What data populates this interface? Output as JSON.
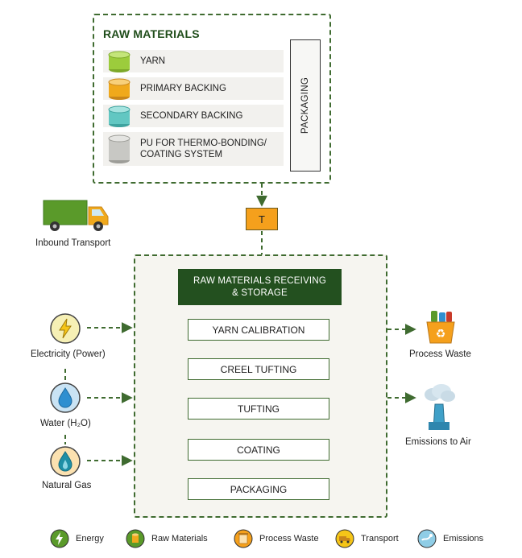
{
  "raw_materials": {
    "title": "RAW MATERIALS",
    "items": [
      {
        "label": "YARN",
        "color": "#9ccc3c",
        "icon": "yarn-cylinder-icon"
      },
      {
        "label": "PRIMARY BACKING",
        "color": "#f0a91c",
        "icon": "primary-backing-cylinder-icon"
      },
      {
        "label": "SECONDARY BACKING",
        "color": "#62c7c2",
        "icon": "secondary-backing-cylinder-icon"
      },
      {
        "label": "PU FOR THERMO-BONDING/",
        "label2": "COATING SYSTEM",
        "color": "#c8c8c4",
        "icon": "pu-cylinder-icon"
      }
    ],
    "packaging_label": "PACKAGING"
  },
  "transport": {
    "inbound_label": "Inbound Transport",
    "t_label": "T",
    "truck_color": "#5a9a2a"
  },
  "process": {
    "receiving": "RAW MATERIALS RECEIVING",
    "receiving2": "& STORAGE",
    "steps": [
      "YARN CALIBRATION",
      "CREEL TUFTING",
      "TUFTING",
      "COATING",
      "PACKAGING"
    ]
  },
  "inputs": [
    {
      "label": "Electricity (Power)",
      "icon": "lightning-icon"
    },
    {
      "label": "Water (H₂O)",
      "icon": "water-drop-icon"
    },
    {
      "label": "Natural Gas",
      "icon": "gas-flame-icon"
    }
  ],
  "outputs": [
    {
      "label": "Process Waste",
      "icon": "recycle-bin-icon"
    },
    {
      "label": "Emissions to Air",
      "icon": "factory-emission-icon"
    }
  ],
  "legend": [
    {
      "label": "Energy",
      "icon": "energy-legend-icon"
    },
    {
      "label": "Raw Materials",
      "icon": "raw-materials-legend-icon"
    },
    {
      "label": "Process Waste",
      "icon": "process-waste-legend-icon"
    },
    {
      "label": "Transport",
      "icon": "transport-legend-icon"
    },
    {
      "label": "Emissions",
      "icon": "emissions-legend-icon"
    }
  ],
  "colors": {
    "dark_green": "#23501f",
    "border_green": "#3f6b30",
    "orange": "#f5a01c"
  }
}
